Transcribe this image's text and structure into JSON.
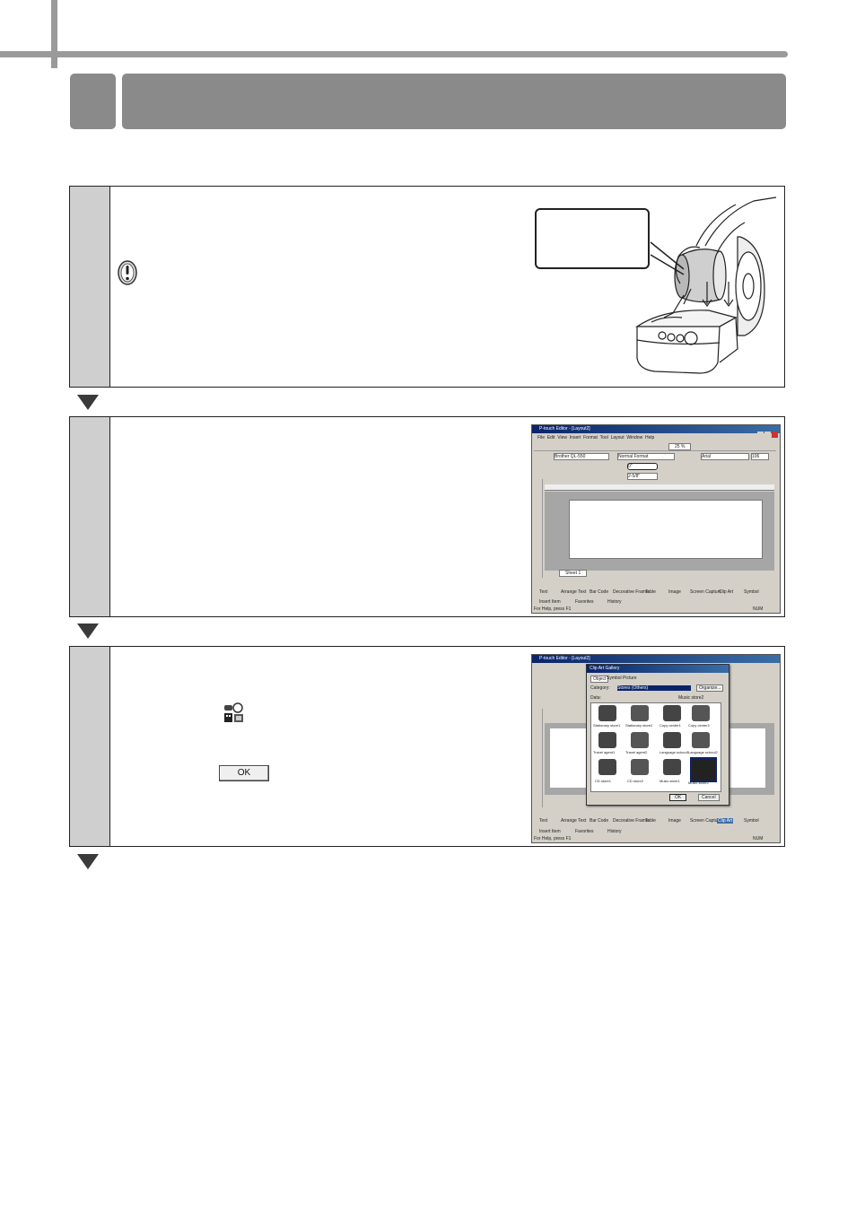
{
  "steps": [
    {
      "callout_text": ""
    },
    {
      "window_title": "P-touch Editor - [Layout2]",
      "menu": [
        "File",
        "Edit",
        "View",
        "Insert",
        "Format",
        "Tool",
        "Layout",
        "Window",
        "Help"
      ],
      "printer_name": "Brother QL-550",
      "zoom": "25 %",
      "format_label": "Normal Format",
      "width_value": "0\"",
      "length_value": "2-5/8\"",
      "font_name": "Arial",
      "font_size": "106",
      "tab_label": "Sheet 1",
      "palette_items": [
        "Text",
        "Arrange Text",
        "Bar Code",
        "Decorative Frame",
        "Table",
        "Image",
        "Screen Capture",
        "Clip Art",
        "Symbol"
      ],
      "panel_items": [
        "Insert Item",
        "Favorites",
        "History"
      ],
      "status_left": "For Help, press F1",
      "status_right": "NUM"
    },
    {
      "window_title": "P-touch Editor - [Layout2]",
      "dialog_title": "Clip Art Gallery",
      "dialog_tabs": [
        "Object",
        "Symbol",
        "Picture"
      ],
      "category_label": "Category:",
      "category_value": "Stores (Others)",
      "organize_label": "Organize...",
      "data_label": "Data:",
      "selected_name": "Music store2",
      "clipart_items": [
        "Stationary store1",
        "Stationary store2",
        "Copy center1",
        "Copy center2",
        "Travel agent1",
        "Travel agent2",
        "Language school1",
        "Language school2",
        "CD store1",
        "CD store2",
        "Music store1",
        "Music store2"
      ],
      "ok_label": "OK",
      "cancel_label": "Cancel",
      "palette_items": [
        "Text",
        "Arrange Text",
        "Bar Code",
        "Decorative Frame",
        "Table",
        "Image",
        "Screen Capture",
        "Clip Art",
        "Symbol"
      ],
      "panel_items": [
        "Insert Item",
        "Favorites",
        "History"
      ],
      "status_left": "For Help, press F1",
      "status_right": "NUM",
      "inline_ok_button": "OK"
    }
  ]
}
